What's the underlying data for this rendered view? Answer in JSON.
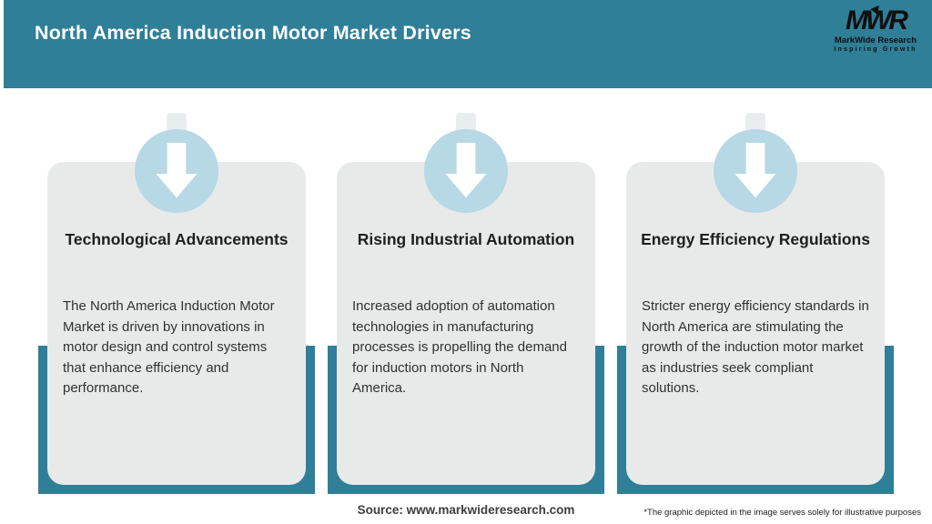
{
  "header": {
    "title": "North America Induction Motor Market Drivers",
    "logo": {
      "mark_letters": [
        "M",
        "W",
        "R"
      ],
      "name": "MarkWide Research",
      "tagline": "Inspiring Growth"
    }
  },
  "cards": [
    {
      "icon": "down-arrow-icon",
      "title": "Technological Advancements",
      "description": "The North America Induction Motor Market is driven by innovations in motor design and control systems that enhance efficiency and performance."
    },
    {
      "icon": "down-arrow-icon",
      "title": "Rising Industrial Automation",
      "description": "Increased adoption of automation technologies in manufacturing processes is propelling the demand for induction motors in North America."
    },
    {
      "icon": "down-arrow-icon",
      "title": "Energy Efficiency Regulations",
      "description": "Stricter energy efficiency standards in North America are stimulating the growth of the induction motor market as industries seek compliant solutions."
    }
  ],
  "footer": {
    "source": "Source: www.markwideresearch.com",
    "disclaimer": "*The graphic depicted in the image serves solely for illustrative purposes"
  },
  "colors": {
    "teal": "#2f7f98",
    "circle-blue": "#b7d8e5",
    "card-gray": "#e8eaea",
    "logo-black": "#101010",
    "title-white": "#ffffff",
    "heading-dark": "#1f1f1f",
    "body-dark": "#313131",
    "source-gray": "#3d3d3d"
  }
}
